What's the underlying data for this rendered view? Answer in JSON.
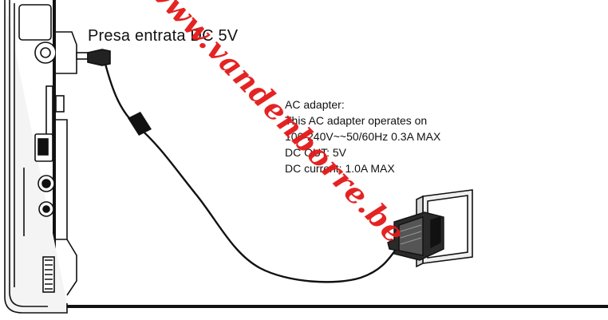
{
  "diagram": {
    "port_label": "Presa entrata DC 5V",
    "adapter_spec": {
      "lines": [
        "AC adapter:",
        "This AC adapter operates on",
        "100-240V~~50/60Hz  0.3A MAX",
        "DC OUT: 5V",
        "DC current: 1.0A MAX"
      ]
    },
    "watermark": "www.vandenborre.be"
  },
  "colors": {
    "line": "#111111",
    "device_fill": "#f4f4f4",
    "watermark": "#e31b1b"
  }
}
